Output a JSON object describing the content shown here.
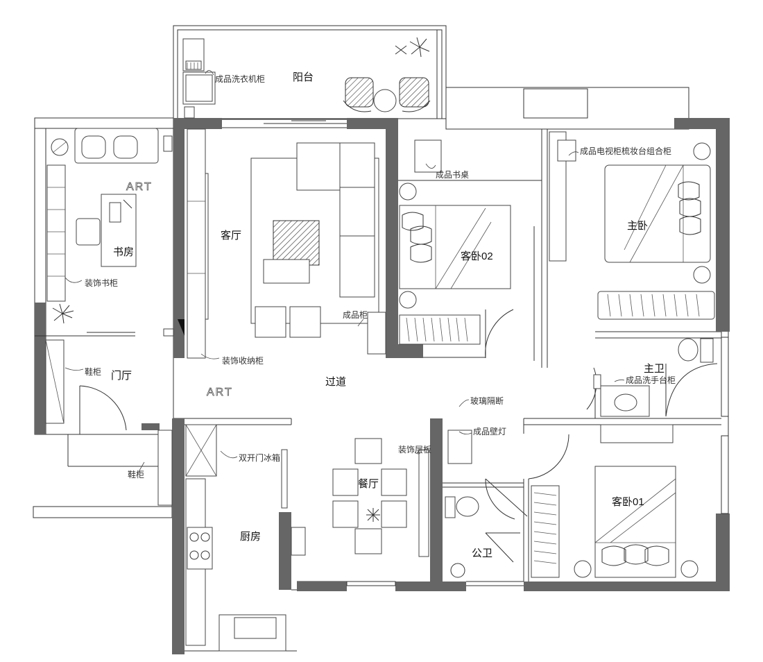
{
  "rooms": {
    "balcony": "阳台",
    "living_room": "客厅",
    "study": "书房",
    "guest_bedroom_02": "客卧02",
    "master_bedroom": "主卧",
    "master_bath": "主卫",
    "foyer": "门厅",
    "corridor": "过道",
    "dining_room": "餐厅",
    "kitchen": "厨房",
    "public_bath": "公卫",
    "guest_bedroom_01": "客卧01"
  },
  "annotations": {
    "washer_cabinet": "成品洗衣机柜",
    "study_desk": "成品书桌",
    "tv_vanity_cabinet": "成品电视柜梳妆台组合柜",
    "decor_bookcase": "装饰书柜",
    "decor_storage": "装饰收纳柜",
    "finished_cabinet": "成品柜",
    "shoe_cabinet_1": "鞋柜",
    "shoe_cabinet_2": "鞋柜",
    "vanity_cabinet": "成品洗手台柜",
    "glass_partition": "玻璃隔断",
    "wall_lamp": "成品壁灯",
    "decor_shelf": "装饰层板",
    "fridge": "双开门冰箱",
    "art_1": "ART",
    "art_2": "ART"
  }
}
